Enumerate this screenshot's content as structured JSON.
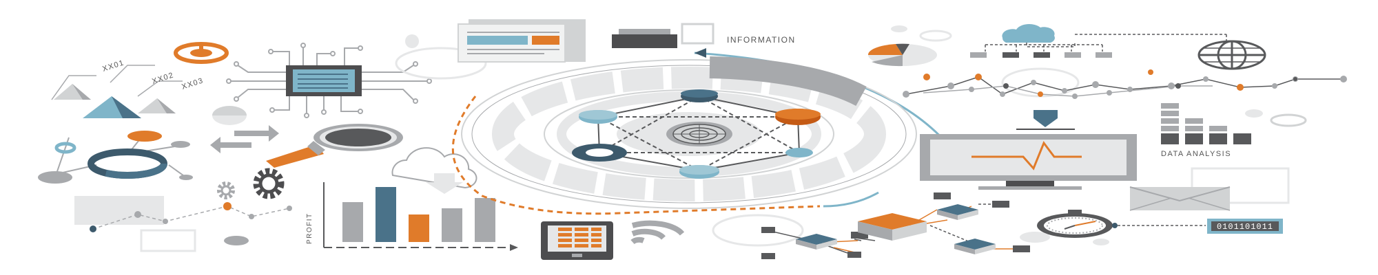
{
  "labels": {
    "information": "INFORMATION",
    "data_analysis": "DATA ANALYSIS",
    "profit": "PROFIT",
    "binary": "0101101011",
    "pyramid_1": "XX01",
    "pyramid_2": "XX02",
    "pyramid_3": "XX03"
  },
  "bar_chart": {
    "values": [
      58,
      80,
      40,
      49,
      64
    ],
    "max": 100,
    "colors": [
      "#a7a9ac",
      "#4a7289",
      "#e07b2a",
      "#a7a9ac",
      "#a7a9ac"
    ]
  },
  "data_analysis_bars": {
    "values": [
      5,
      3,
      2,
      1
    ],
    "max": 5
  },
  "palette": {
    "orange": "#e07b2a",
    "blue": "#7fb5c9",
    "navy": "#3d5a6c",
    "gray": "#a7a9ac",
    "dark": "#58595b",
    "light": "#e6e7e8"
  },
  "icons": {
    "power": "power-icon",
    "cpu": "cpu-chip-icon",
    "magnifier": "magnifying-glass-icon",
    "gears": "gears-icon",
    "cloud": "cloud-upload-icon",
    "tablet": "tablet-icon",
    "wifi": "wifi-icon",
    "monitor": "monitor-pulse-icon",
    "globe": "globe-icon",
    "stopwatch": "stopwatch-icon",
    "envelope": "envelope-icon",
    "document": "document-icon",
    "printer": "printer-icon",
    "pie": "pie-chart-icon",
    "org_chart": "cloud-org-chart-icon"
  }
}
